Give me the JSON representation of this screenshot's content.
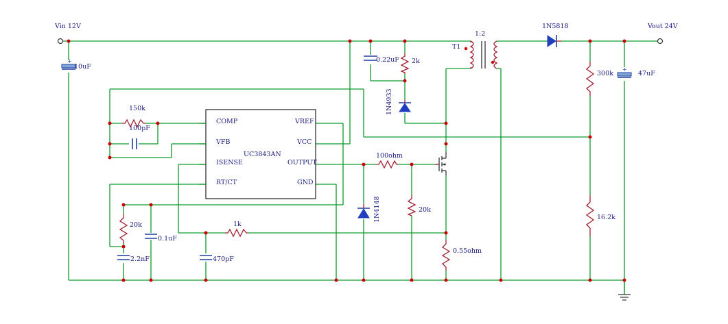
{
  "nets": {
    "vin": "Vin 12V",
    "vout": "Vout 24V"
  },
  "ic": {
    "name": "UC3843AN",
    "pins_left": [
      "COMP",
      "VFB",
      "ISENSE",
      "RT/CT"
    ],
    "pins_right": [
      "VREF",
      "VCC",
      "OUTPUT",
      "GND"
    ]
  },
  "components": {
    "c_in": "10uF",
    "c_snub": "0.22uF",
    "r_snub": "2k",
    "d_snub": "1N4933",
    "xfmr_name": "T1",
    "xfmr_ratio": "1:2",
    "d_out": "1N5818",
    "r_fb_top": "300k",
    "c_out": "47uF",
    "r_fb_bot": "16.2k",
    "r_comp": "150k",
    "c_comp_series": "100pF",
    "r_gate": "100ohm",
    "d_gate": "1N4148",
    "r_gate_pd": "20k",
    "r_sense": "0.55ohm",
    "r_isense": "1k",
    "c_isense": "470pF",
    "r_t": "20k",
    "c_t": "2.2nF",
    "c_vref": "0.1uF"
  },
  "colors": {
    "wire": "#0e9a2a",
    "component": "#a02030",
    "capacitor": "#1f3f9f",
    "junction": "#cc0000",
    "label": "#1a1a80"
  }
}
